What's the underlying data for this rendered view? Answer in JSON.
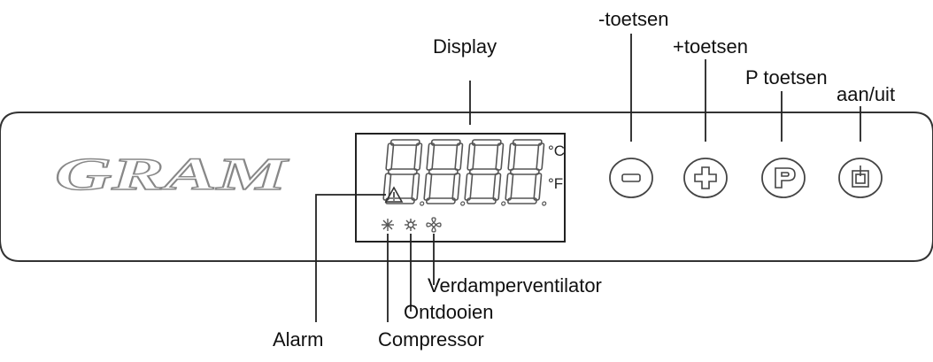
{
  "brand": {
    "logo_text": "GRAM"
  },
  "display": {
    "unit_celsius": "°C",
    "unit_fahrenheit": "°F"
  },
  "labels": {
    "display": "Display",
    "minus_keys": "-toetsen",
    "plus_keys": "+toetsen",
    "p_keys": "P toetsen",
    "on_off": "aan/uit",
    "evaporator_fan": "Verdamperventilator",
    "defrost": "Ontdooien",
    "alarm": "Alarm",
    "compressor": "Compressor"
  },
  "icons": {
    "alarm": "warning-triangle-icon",
    "compressor": "snowflake-icon",
    "defrost": "defrost-icon",
    "evaporator_fan": "fan-icon",
    "minus": "minus-icon",
    "plus": "plus-icon",
    "p": "p-icon",
    "power": "power-icon"
  }
}
